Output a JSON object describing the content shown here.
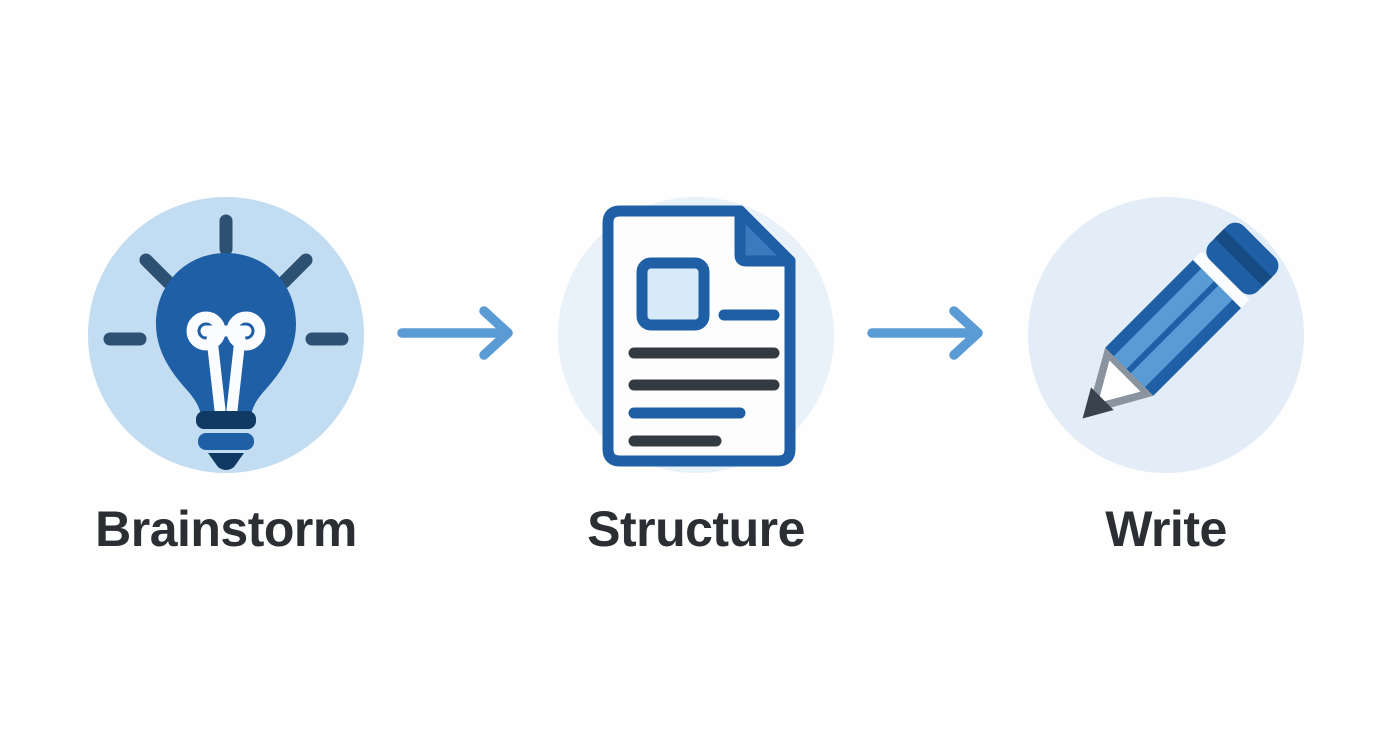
{
  "diagram": {
    "type": "linear-process-flow",
    "title_text": "",
    "background_color": "#fefefe",
    "label_color": "#2b2e33",
    "arrow_color": "#5b9bd5",
    "steps": [
      {
        "label": "Brainstorm",
        "icon": "lightbulb-icon",
        "disc_color": "#c2dcf1",
        "icon_primary_color": "#1f5fa6",
        "icon_secondary_color": "#2d5173",
        "icon_accent_color": "#fafcff"
      },
      {
        "label": "Structure",
        "icon": "document-icon",
        "disc_color": "#e9f1f9",
        "icon_primary_color": "#1f5fa6",
        "icon_secondary_color": "#343a42",
        "icon_accent_color": "#fdfdfd"
      },
      {
        "label": "Write",
        "icon": "pencil-icon",
        "disc_color": "#e3edf8",
        "icon_primary_color": "#1f5fa6",
        "icon_secondary_color": "#5b9bd5",
        "icon_accent_color": "#39434d"
      }
    ],
    "connectors": [
      {
        "name": "arrow-1",
        "icon": "arrow-right-icon",
        "color": "#5b9bd5"
      },
      {
        "name": "arrow-2",
        "icon": "arrow-right-icon",
        "color": "#5b9bd5"
      }
    ]
  }
}
